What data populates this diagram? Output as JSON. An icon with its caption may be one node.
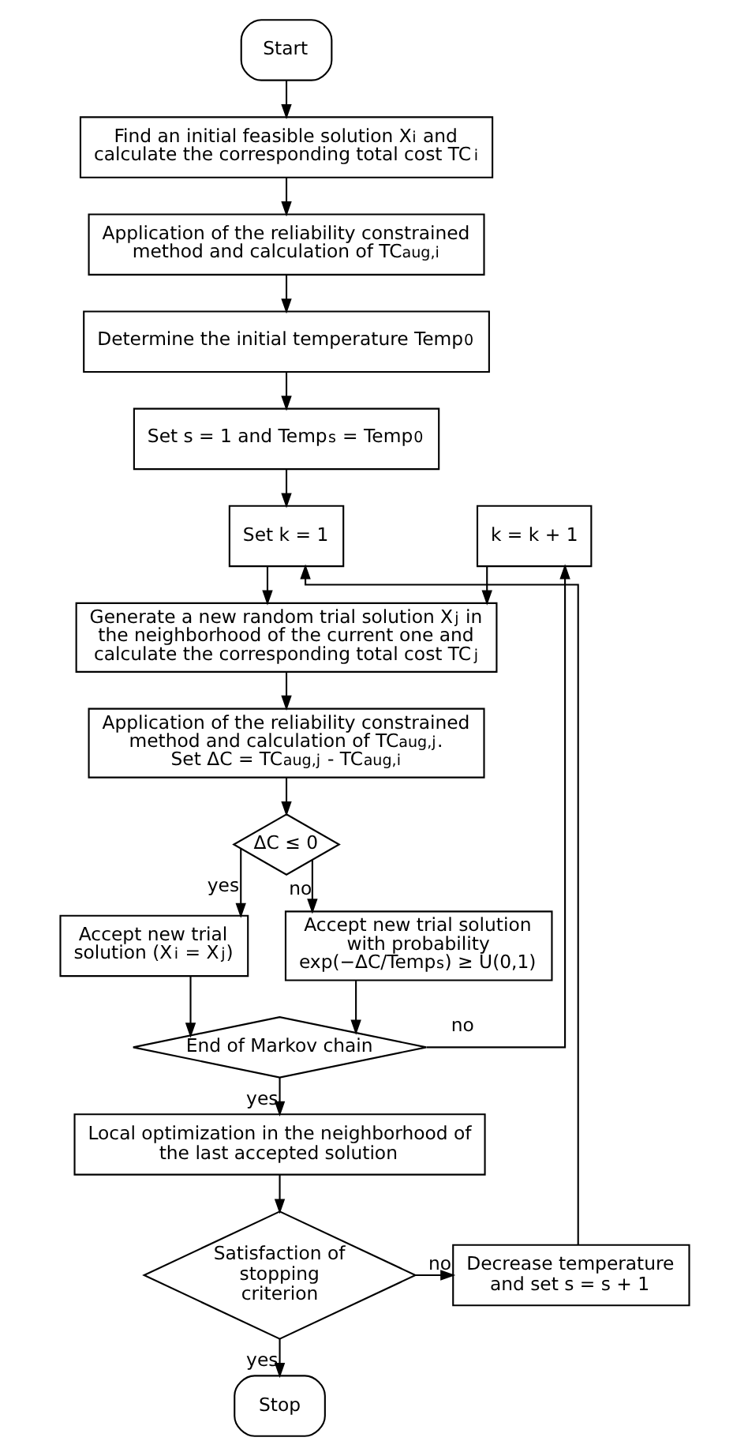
{
  "diagram": {
    "nodes": [
      {
        "text": [
          "Start"
        ]
      },
      {
        "text": [
          "Find an initial feasible solution X$_{i}$ and calculate the corresponding total cost TC$_{i}$"
        ]
      },
      {
        "text": [
          "Application of the reliability constrained method and calculation of TC$_{aug,i}$"
        ]
      },
      {
        "text": [
          "Determine the initial temperature Temp$_{0}$"
        ]
      },
      {
        "text": [
          "Set s = 1 and Temp$_{s}$ = Temp$_{0}$"
        ]
      },
      {
        "text": [
          "Set k = 1"
        ]
      },
      {
        "text": [
          "k = k + 1"
        ]
      },
      {
        "text": [
          "Generate a new random trial solution X$_{j}$ in the neighborhood of the current one and calculate the corresponding total cost TC$_{j}$"
        ]
      },
      {
        "text": [
          "Application of the reliability constrained method and calculation of TC$_{aug,j}$.",
          "Set ΔC = TC$_{aug,j}$ - TC$_{aug,i}$"
        ]
      },
      {
        "text": [
          "ΔC ≤ 0"
        ]
      },
      {
        "text": [
          "Accept new trial solution (X$_{i}$ = X$_{j}$)"
        ]
      },
      {
        "text": [
          "Accept new trial solution with probability exp(−ΔC/Temp$_{s}$) ≥ U(0,1)"
        ]
      },
      {
        "text": [
          "End of Markov chain"
        ]
      },
      {
        "text": [
          "Local optimization in the neighborhood of the last accepted solution"
        ]
      },
      {
        "text": [
          "Satisfaction of stopping criterion"
        ]
      },
      {
        "text": [
          "Decrease temperature and set s = s + 1"
        ]
      },
      {
        "text": [
          "Stop"
        ]
      }
    ],
    "edges": [
      {
        "from": 0,
        "to": 1,
        "arrow": "to"
      },
      {
        "from": 1,
        "to": 2,
        "arrow": "to"
      },
      {
        "from": 2,
        "to": 3,
        "arrow": "to"
      },
      {
        "from": 3,
        "to": 4,
        "arrow": "to"
      },
      {
        "from": 4,
        "to": 5,
        "arrow": "to"
      },
      {
        "from": 5,
        "to": 7,
        "arrow": "to"
      },
      {
        "from": 6,
        "to": 7,
        "arrow": "to"
      },
      {
        "from": 7,
        "to": 8,
        "arrow": "to"
      },
      {
        "from": 8,
        "to": 9,
        "arrow": "to"
      },
      {
        "from": 9,
        "to": 10,
        "arrow": "to",
        "label": "yes"
      },
      {
        "from": 9,
        "to": 11,
        "arrow": "to",
        "label": "no"
      },
      {
        "from": 10,
        "to": 12,
        "arrow": "to"
      },
      {
        "from": 11,
        "to": 12,
        "arrow": "to"
      },
      {
        "from": 12,
        "to": 6,
        "arrow": "to",
        "label": "no"
      },
      {
        "from": 12,
        "to": 13,
        "arrow": "to",
        "label": "yes"
      },
      {
        "from": 13,
        "to": 14,
        "arrow": "to"
      },
      {
        "from": 14,
        "to": 15,
        "arrow": "to",
        "label": "no"
      },
      {
        "from": 15,
        "to": 5,
        "arrow": "to"
      },
      {
        "from": 14,
        "to": 16,
        "arrow": "to",
        "label": "yes"
      }
    ]
  }
}
